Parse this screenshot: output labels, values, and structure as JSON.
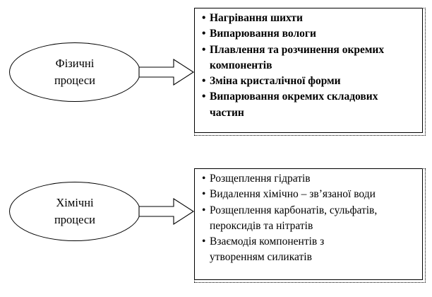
{
  "physical": {
    "label_line1": "Фізичні",
    "label_line2": "процеси",
    "items": [
      {
        "lines": [
          "Нагрівання шихти"
        ]
      },
      {
        "lines": [
          "Випарювання вологи"
        ]
      },
      {
        "lines": [
          "Плавлення та розчинення окремих",
          "компонентів"
        ]
      },
      {
        "lines": [
          "Зміна кристалічної форми"
        ]
      },
      {
        "lines": [
          "Випарювання окремих складових",
          "частин"
        ]
      }
    ]
  },
  "chemical": {
    "label_line1": "Хімічні",
    "label_line2": "процеси",
    "items": [
      {
        "lines": [
          "Розщеплення гідратів"
        ]
      },
      {
        "lines": [
          "Видалення хімічно – зв’язаної води"
        ]
      },
      {
        "lines": [
          "Розщеплення карбонатів, сульфатів,",
          "пероксидів та нітратів"
        ]
      },
      {
        "lines": [
          "Взаємодія компонентів з",
          "утворенням силикатів"
        ]
      }
    ]
  },
  "bullet_symbol": "•"
}
